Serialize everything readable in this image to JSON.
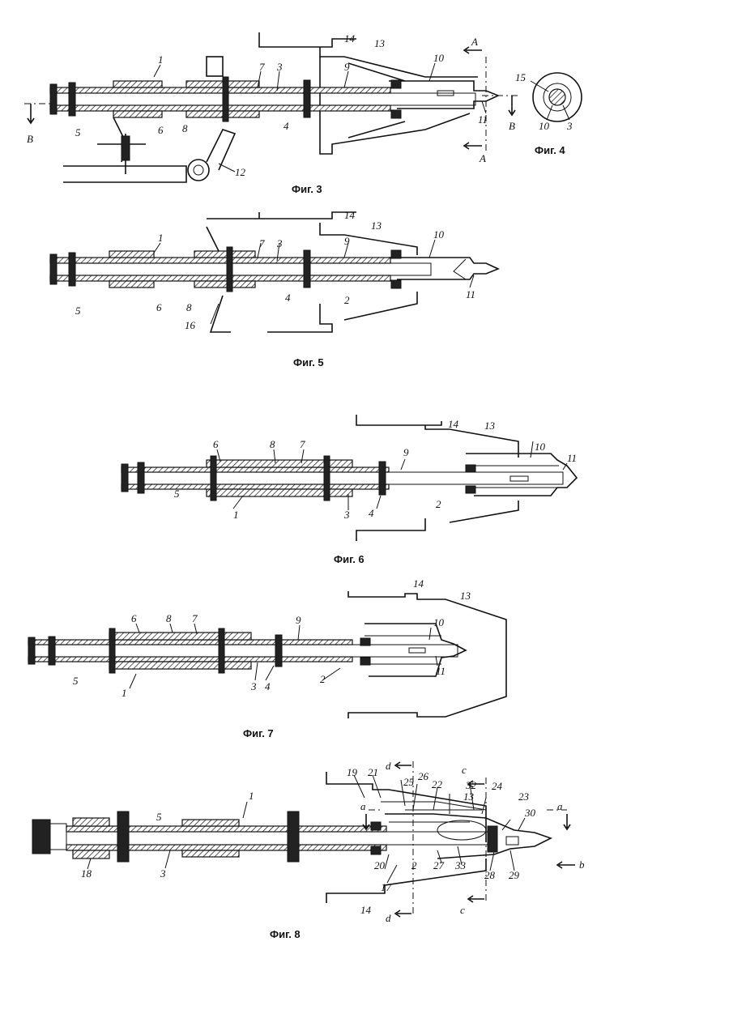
{
  "figures": {
    "fig3": {
      "caption": "Фиг. 3",
      "labels": {
        "l1": "1",
        "l3": "3",
        "l4": "4",
        "l5": "5",
        "l6": "6",
        "l7": "7",
        "l8": "8",
        "l9": "9",
        "l10": "10",
        "l11": "11",
        "l12": "12",
        "l13": "13",
        "l14": "14",
        "A1": "A",
        "A2": "A",
        "B1": "B",
        "B2": "B"
      }
    },
    "fig4": {
      "caption": "Фиг. 4",
      "labels": {
        "l15": "15",
        "l10": "10",
        "l3": "3"
      }
    },
    "fig5": {
      "caption": "Фиг. 5",
      "labels": {
        "l1": "1",
        "l2": "2",
        "l3": "3",
        "l4": "4",
        "l5": "5",
        "l6": "6",
        "l7": "7",
        "l8": "8",
        "l9": "9",
        "l10": "10",
        "l11": "11",
        "l13": "13",
        "l14": "14",
        "l16": "16"
      }
    },
    "fig6": {
      "caption": "Фиг. 6",
      "labels": {
        "l1": "1",
        "l2": "2",
        "l3": "3",
        "l4": "4",
        "l5": "5",
        "l6": "6",
        "l7": "7",
        "l8": "8",
        "l9": "9",
        "l10": "10",
        "l11": "11",
        "l13": "13",
        "l14": "14"
      }
    },
    "fig7": {
      "caption": "Фиг. 7",
      "labels": {
        "l1": "1",
        "l2": "2",
        "l3": "3",
        "l4": "4",
        "l5": "5",
        "l6": "6",
        "l7": "7",
        "l8": "8",
        "l9": "9",
        "l10": "10",
        "l11": "11",
        "l13": "13",
        "l14": "14"
      }
    },
    "fig8": {
      "caption": "Фиг. 8",
      "labels": {
        "l1": "1",
        "l2": "2",
        "l3": "3",
        "l5": "5",
        "l13": "13",
        "l14": "14",
        "l17": "17",
        "l18": "18",
        "l19": "19",
        "l20": "20",
        "l21": "21",
        "l22": "22",
        "l23": "23",
        "l24": "24",
        "l25": "25",
        "l26": "26",
        "l27": "27",
        "l28": "28",
        "l29": "29",
        "l30": "30",
        "l32": "32",
        "l33": "33",
        "a1": "a",
        "a2": "a",
        "b": "b",
        "c1": "c",
        "c2": "c",
        "d1": "d",
        "d2": "d"
      }
    }
  }
}
